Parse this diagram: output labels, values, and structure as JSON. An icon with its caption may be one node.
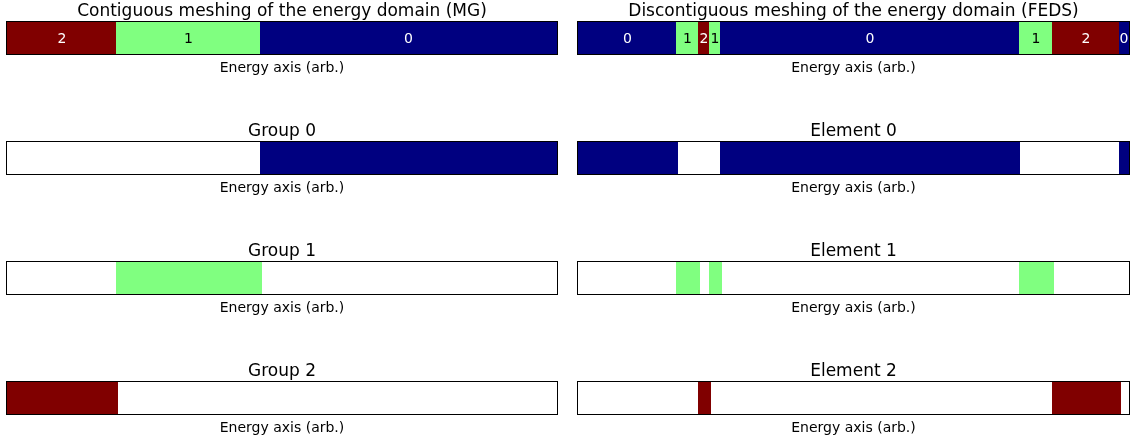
{
  "diagram": {
    "nodes": [
      {
        "text": [
          "Contiguous meshing of the energy domain (MG)"
        ],
        "beside": [
          "Energy axis (arb.)"
        ]
      },
      {
        "text": [
          "2"
        ],
        "in": 0
      },
      {
        "text": [
          "1"
        ],
        "in": 0
      },
      {
        "text": [
          "0"
        ],
        "in": 0
      },
      {
        "text": [
          "Discontiguous meshing of the energy domain (FEDS)"
        ],
        "beside": [
          "Energy axis (arb.)"
        ]
      },
      {
        "text": [
          "0"
        ],
        "in": 4
      },
      {
        "text": [
          "1"
        ],
        "in": 4
      },
      {
        "text": [
          "2"
        ],
        "in": 4
      },
      {
        "text": [
          "1"
        ],
        "in": 4
      },
      {
        "text": [
          "0"
        ],
        "in": 4
      },
      {
        "text": [
          "1"
        ],
        "in": 4
      },
      {
        "text": [
          "2"
        ],
        "in": 4
      },
      {
        "text": [
          "0"
        ],
        "in": 4
      },
      {
        "text": [
          "Group 0"
        ],
        "beside": [
          "Energy axis (arb.)"
        ]
      },
      {
        "text": [],
        "shape": "bar",
        "in": 13
      },
      {
        "text": [
          "Element 0"
        ],
        "beside": [
          "Energy axis (arb.)"
        ]
      },
      {
        "text": [],
        "shape": "bar",
        "in": 15
      },
      {
        "text": [],
        "shape": "bar",
        "in": 15
      },
      {
        "text": [],
        "shape": "bar",
        "in": 15
      },
      {
        "text": [
          "Group 1"
        ],
        "beside": [
          "Energy axis (arb.)"
        ]
      },
      {
        "text": [],
        "shape": "bar",
        "in": 19
      },
      {
        "text": [
          "Element 1"
        ],
        "beside": [
          "Energy axis (arb.)"
        ]
      },
      {
        "text": [],
        "shape": "bar",
        "in": 21
      },
      {
        "text": [],
        "shape": "bar",
        "in": 21
      },
      {
        "text": [],
        "shape": "bar",
        "in": 21
      },
      {
        "text": [
          "Group 2"
        ],
        "beside": [
          "Energy axis (arb.)"
        ]
      },
      {
        "text": [],
        "shape": "bar",
        "in": 25
      },
      {
        "text": [
          "Element 2"
        ],
        "beside": [
          "Energy axis (arb.)"
        ]
      },
      {
        "text": [],
        "shape": "bar",
        "in": 27
      },
      {
        "text": [],
        "shape": "bar",
        "in": 27
      }
    ]
  }
}
